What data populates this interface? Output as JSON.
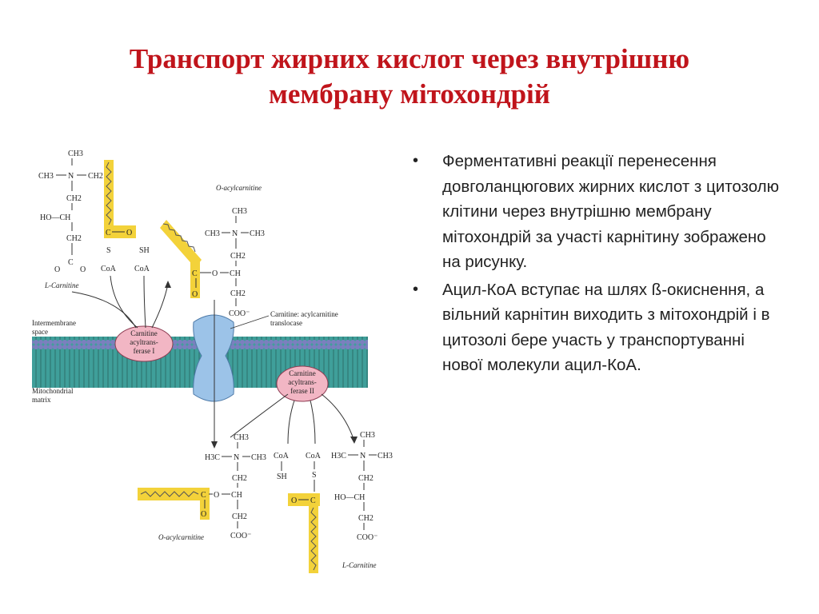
{
  "title": {
    "line1": "Транспорт жирних кислот через внутрішню",
    "line2": "мембрану мітохондрій"
  },
  "bullets": [
    {
      "text": "Ферментативні реакції перенесення довголанцюгових жирних кислот з цитозолю клітини через внутрішню мембрану мітохондрій за участі карнітину зображено на рисунку."
    },
    {
      "text": "Ацил-КоА вступає на шлях ß-окиснення, а вільний карнітин виходить з мітохондрій і в цитозолі бере участь у транспортуванні нової молекули ацил-КоА."
    }
  ],
  "diagram": {
    "labels": {
      "o_acylcarnitine_top": "O-acylcarnitine",
      "l_carnitine_top": "L-Carnitine",
      "intermembrane_1": "Intermembrane",
      "intermembrane_2": "space",
      "matrix_1": "Mitochondrial",
      "matrix_2": "matrix",
      "translocase_1": "Carnitine: acylcarnitine",
      "translocase_2": "translocase",
      "cat1_1": "Carnitine",
      "cat1_2": "acyltrans-",
      "cat1_3": "ferase I",
      "cat2_1": "Carnitine",
      "cat2_2": "acyltrans-",
      "cat2_3": "ferase II",
      "o_acylcarnitine_bottom": "O-acylcarnitine",
      "l_carnitine_bottom": "L-Carnitine",
      "ch3": "CH3",
      "ch2": "CH2",
      "h3c": "H3C",
      "n_plus": "N",
      "ho_ch": "HO—CH",
      "ch": "CH",
      "coo": "COO⁻",
      "coa": "CoA",
      "sh": "SH",
      "s": "S",
      "c": "C",
      "o": "O"
    },
    "colors": {
      "highlight": "#f3d23a",
      "membrane_head": "#7b7fbf",
      "membrane_body": "#3f9f9a",
      "enzyme": "#f2b6c4",
      "translocase": "#9cc3e8"
    }
  }
}
